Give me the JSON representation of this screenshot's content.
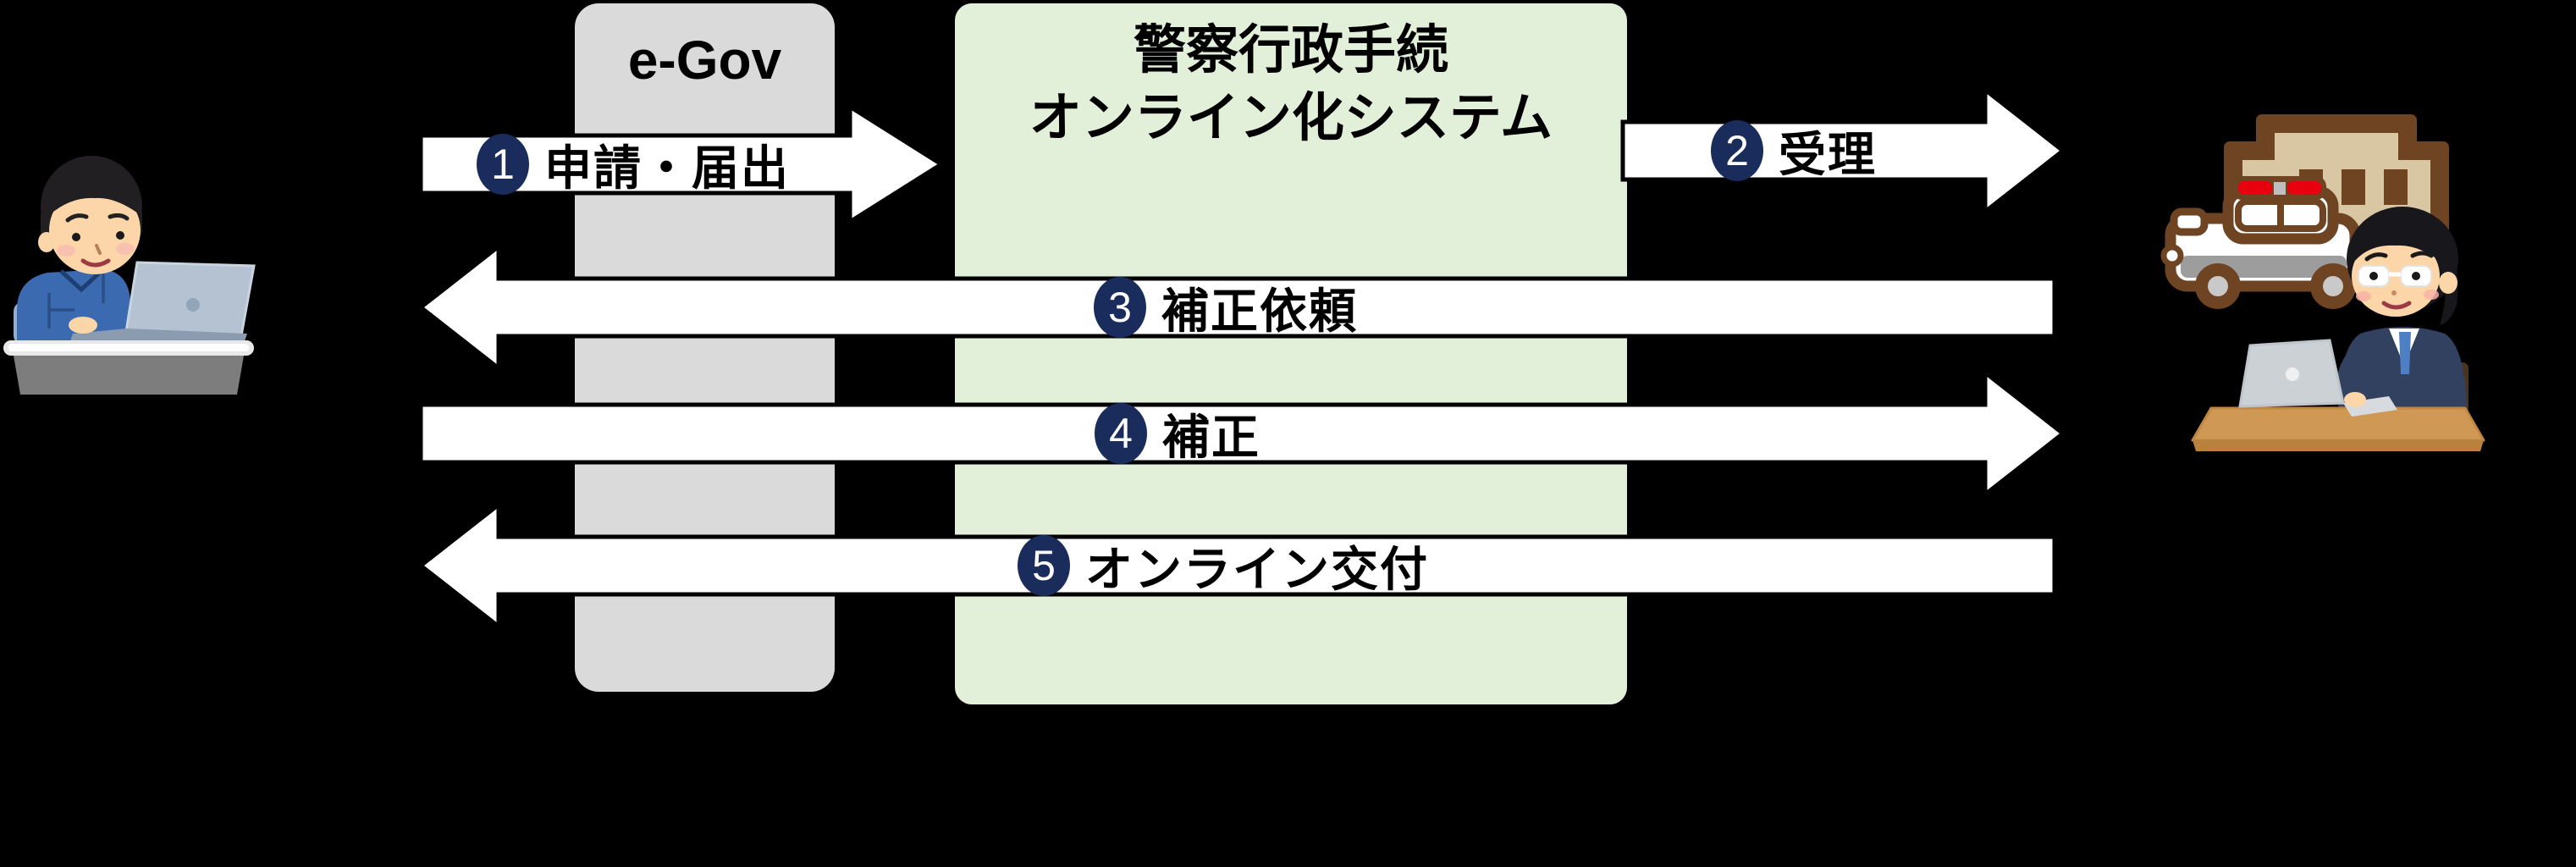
{
  "nodes": {
    "egov": {
      "label": "e-Gov"
    },
    "system": {
      "title_line1": "警察行政手続",
      "title_line2": "オンライン化システム"
    }
  },
  "steps": [
    {
      "number": "1",
      "label": "申請・届出",
      "direction": "right",
      "from": "citizen",
      "to": "system"
    },
    {
      "number": "2",
      "label": "受理",
      "direction": "right",
      "from": "system",
      "to": "police"
    },
    {
      "number": "3",
      "label": "補正依頼",
      "direction": "left",
      "from": "police",
      "to": "citizen"
    },
    {
      "number": "4",
      "label": "補正",
      "direction": "right",
      "from": "citizen",
      "to": "police"
    },
    {
      "number": "5",
      "label": "オンライン交付",
      "direction": "left",
      "from": "police",
      "to": "citizen"
    }
  ],
  "illustrations": {
    "left": "citizen-at-laptop",
    "right": "police-officer-at-desk-with-police-car-and-station"
  },
  "colors": {
    "background": "#000000",
    "egov_box": "#dadada",
    "system_box": "#e2f0da",
    "step_badge": "#1a2c5b",
    "arrow_fill": "#ffffff",
    "arrow_outline": "#000000"
  }
}
